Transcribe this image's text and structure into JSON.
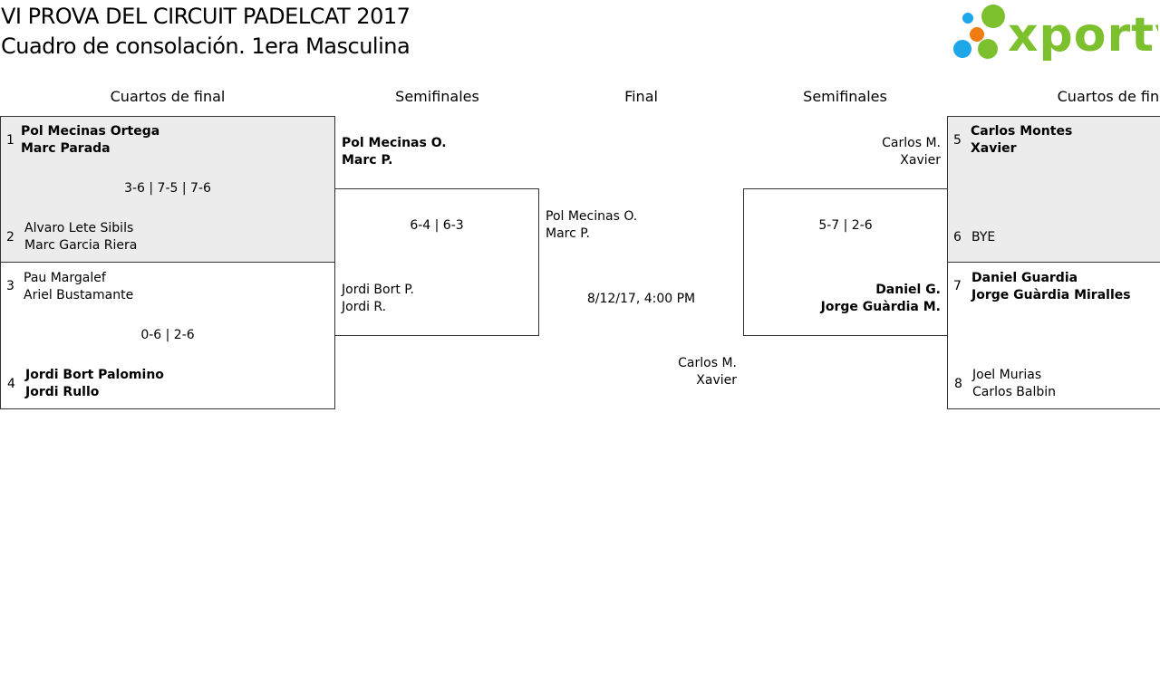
{
  "header": {
    "title_line1": "VI PROVA DEL CIRCUIT PADELCAT 2017",
    "title_line2": "Cuadro de consolación. 1era Masculina",
    "logo_text": "xporty"
  },
  "colors": {
    "brand_green": "#7cc12d",
    "dot_blue": "#1ea7e8",
    "dot_orange": "#ef7c12",
    "box_shade": "#ececec"
  },
  "rounds": {
    "left_quarters": "Cuartos de final",
    "left_semis": "Semifinales",
    "final": "Final",
    "right_semis": "Semifinales",
    "right_quarters": "Cuartos de final"
  },
  "left_quarters": {
    "m1": {
      "seed_a": "1",
      "a1": "Pol Mecinas Ortega",
      "a2": "Marc Parada",
      "score": "3-6 | 7-5 | 7-6",
      "seed_b": "2",
      "b1": "Alvaro Lete Sibils",
      "b2": "Marc Garcia Riera"
    },
    "m2": {
      "seed_a": "3",
      "a1": "Pau Margalef",
      "a2": "Ariel Bustamante",
      "score": "0-6 | 2-6",
      "seed_b": "4",
      "b1": "Jordi Bort Palomino",
      "b2": "Jordi Rullo"
    }
  },
  "left_semi": {
    "a1": "Pol Mecinas O.",
    "a2": "Marc P.",
    "score": "6-4 | 6-3",
    "b1": "Jordi Bort P.",
    "b2": "Jordi R."
  },
  "final": {
    "a1": "Pol Mecinas O.",
    "a2": "Marc P.",
    "datetime": "8/12/17, 4:00 PM",
    "b1": "Carlos M.",
    "b2": "Xavier"
  },
  "right_semi": {
    "a1": "Carlos M.",
    "a2": "Xavier",
    "score": "5-7 | 2-6",
    "b1": "Daniel G.",
    "b2": "Jorge Guàrdia M."
  },
  "right_quarters": {
    "m1": {
      "seed_a": "5",
      "a1": "Carlos Montes",
      "a2": "Xavier",
      "seed_b": "6",
      "b1": "BYE"
    },
    "m2": {
      "seed_a": "7",
      "a1": "Daniel Guardia",
      "a2": "Jorge Guàrdia Miralles",
      "seed_b": "8",
      "b1": "Joel Murias",
      "b2": "Carlos Balbin"
    }
  }
}
